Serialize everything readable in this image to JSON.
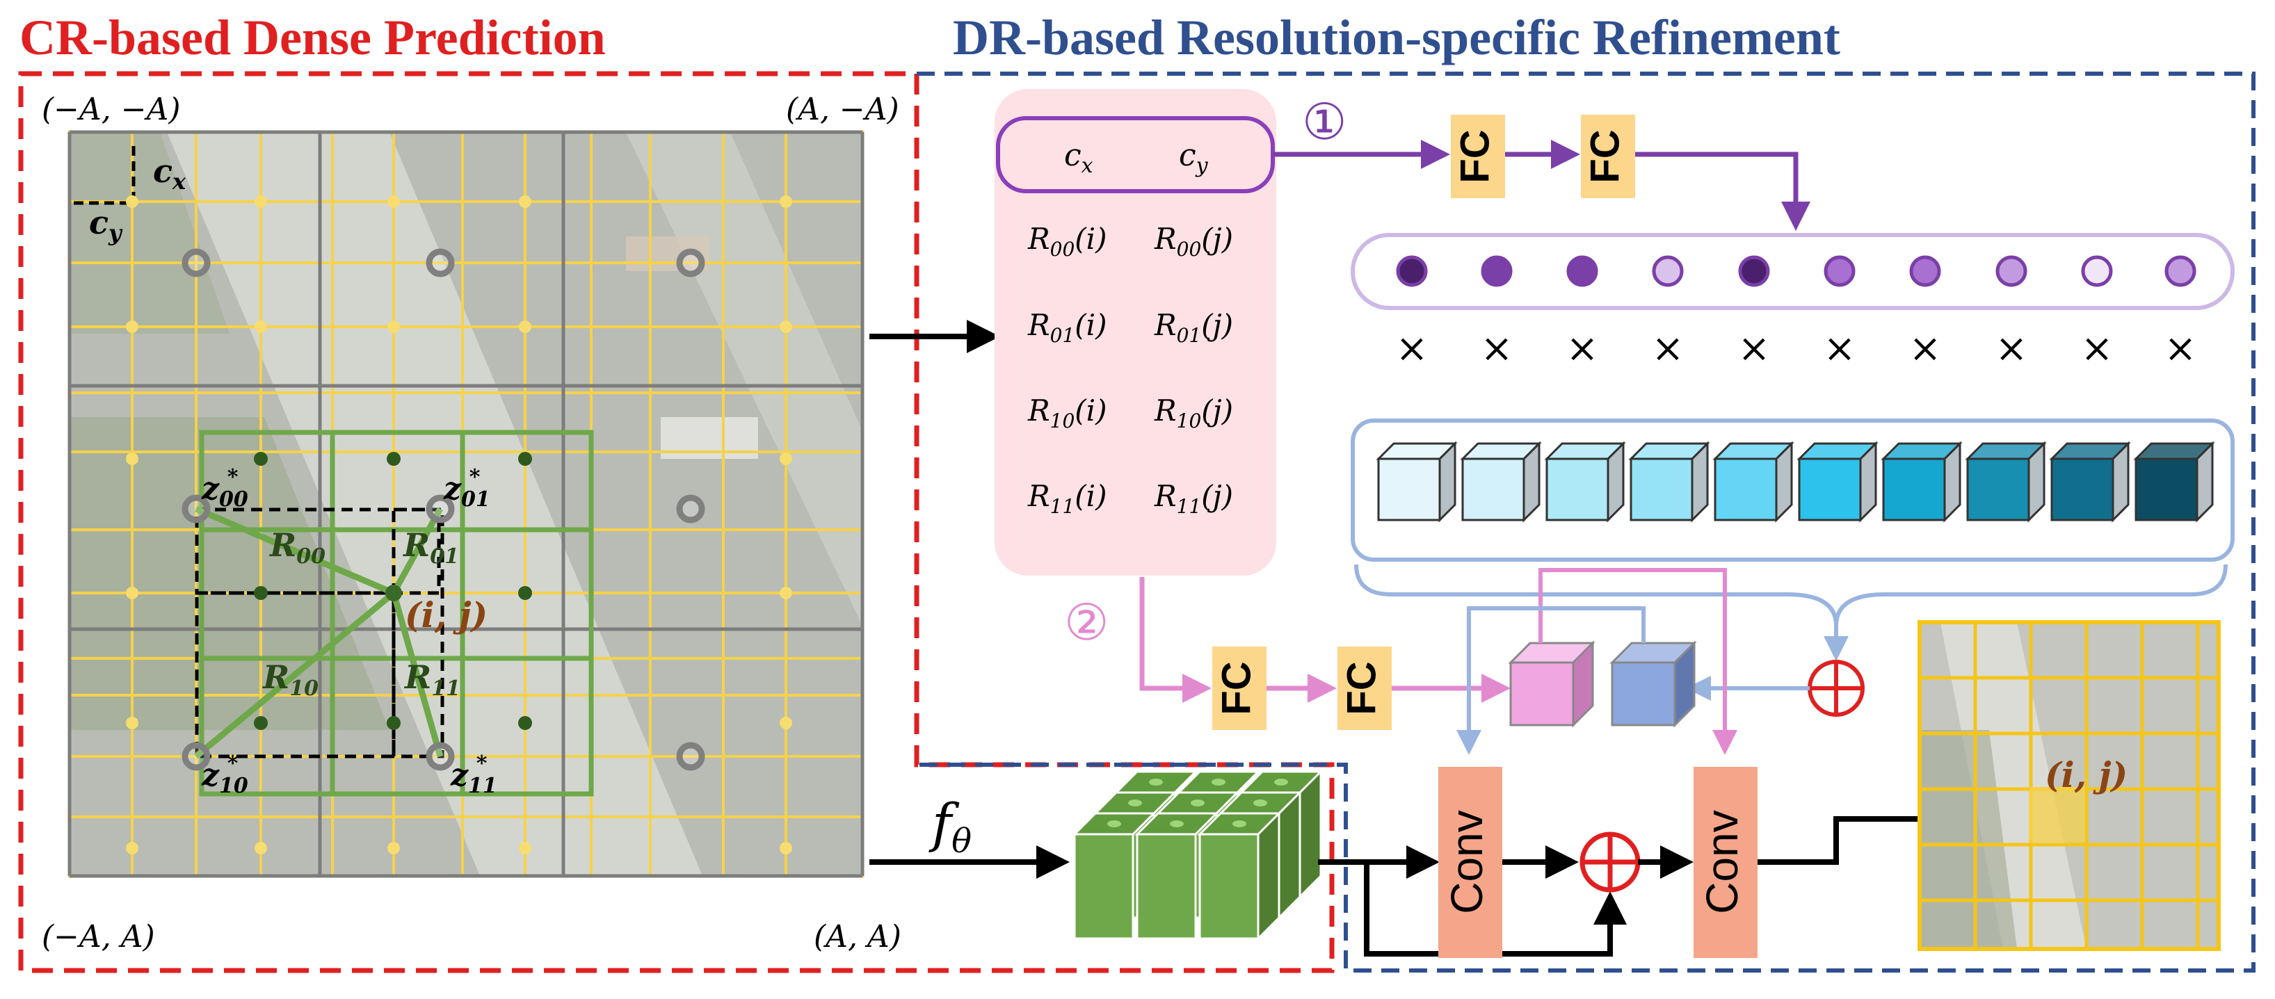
{
  "titles": {
    "left": "CR-based Dense Prediction",
    "right": "DR-based Resolution-specific Refinement"
  },
  "colors": {
    "red": "#e02020",
    "blue": "#2f4f8f",
    "green": "#6fa84a",
    "purple": "#7b3fa8",
    "pink": "#e28ad0",
    "fc_fill": "#fcd68a",
    "conv_fill": "#f4a58a",
    "grid_yellow": "#f5d24a",
    "coord_box_fill": "#fde1e4"
  },
  "corners": {
    "top_left": "(−A, −A)",
    "top_right": "(A, −A)",
    "bottom_left": "(−A, A)",
    "bottom_right": "(A, A)"
  },
  "grid_labels": {
    "cx": "c",
    "cx_sub": "x",
    "cy": "c",
    "cy_sub": "y",
    "z00": "z",
    "z00_sub": "00",
    "z01": "z",
    "z01_sub": "01",
    "z10": "z",
    "z10_sub": "10",
    "z11": "z",
    "z11_sub": "11",
    "star": "*",
    "r00": "R",
    "r00_sub": "00",
    "r01": "R",
    "r01_sub": "01",
    "r10": "R",
    "r10_sub": "10",
    "r11": "R",
    "r11_sub": "11",
    "query_point": "(i, j)"
  },
  "coord_box": {
    "header": [
      "c",
      "x",
      "c",
      "y"
    ],
    "rows": [
      {
        "a": "R",
        "a_sub": "00",
        "a_arg": "(i)",
        "b": "R",
        "b_sub": "00",
        "b_arg": "(j)"
      },
      {
        "a": "R",
        "a_sub": "01",
        "a_arg": "(i)",
        "b": "R",
        "b_sub": "01",
        "b_arg": "(j)"
      },
      {
        "a": "R",
        "a_sub": "10",
        "a_arg": "(i)",
        "b": "R",
        "b_sub": "10",
        "b_arg": "(j)"
      },
      {
        "a": "R",
        "a_sub": "11",
        "a_arg": "(i)",
        "b": "R",
        "b_sub": "11",
        "b_arg": "(j)"
      }
    ]
  },
  "branch_labels": {
    "one": "①",
    "two": "②"
  },
  "blocks": {
    "fc": "FC",
    "conv": "Conv"
  },
  "multiply_symbol": "×",
  "encoder": {
    "f": "f",
    "sub": "θ"
  },
  "output_label": "(i, j)",
  "dot_colors": [
    "#4a1f6b",
    "#7b3fa8",
    "#7b3fa8",
    "#d9c2ec",
    "#4a1f6b",
    "#a870d0",
    "#a870d0",
    "#c29ae0",
    "#f1e6f8",
    "#c29ae0"
  ],
  "cube_colors": [
    "#e4f6fc",
    "#d3f1fa",
    "#aee9f8",
    "#96e3f7",
    "#64d5f4",
    "#2cc2ec",
    "#15a7cf",
    "#168fb1",
    "#116f8e",
    "#0c4d63"
  ]
}
